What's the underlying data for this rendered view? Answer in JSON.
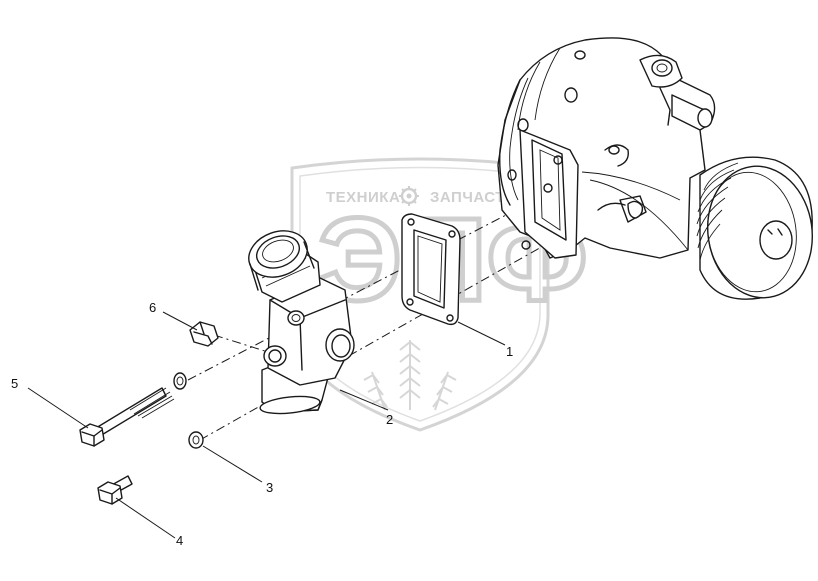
{
  "watermark": {
    "text_left": "ТЕХНИКА",
    "text_right": "ЗАПЧАСТИ",
    "monogram": "ЭПФ",
    "color": "#cfcfcf"
  },
  "callouts": [
    {
      "id": "1",
      "label": "1"
    },
    {
      "id": "2",
      "label": "2"
    },
    {
      "id": "3",
      "label": "3"
    },
    {
      "id": "4",
      "label": "4"
    },
    {
      "id": "5",
      "label": "5"
    },
    {
      "id": "6",
      "label": "6"
    }
  ],
  "colors": {
    "line": "#1a1a1a",
    "background": "#ffffff",
    "watermark": "#cfcfcf"
  }
}
